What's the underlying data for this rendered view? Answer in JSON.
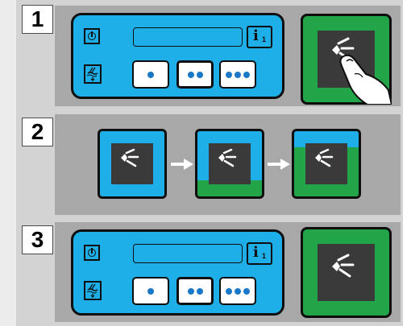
{
  "steps": [
    {
      "number": "1",
      "label": "step-1"
    },
    {
      "number": "2",
      "label": "step-2"
    },
    {
      "number": "3",
      "label": "step-3"
    }
  ],
  "control_panel": {
    "info_label": "i",
    "info_subscript": "1",
    "program_buttons": [
      "one-dot",
      "two-dot",
      "three-dot"
    ],
    "icons": [
      "power-icon",
      "rinse-icon",
      "info-icon"
    ]
  },
  "sensor": {
    "icon": "spray-icon",
    "finger_icon": "finger-icon"
  },
  "colors": {
    "panel_blue": "#1eaee8",
    "sensor_green": "#22a548",
    "sensor_dark": "#3a3a3a",
    "dot_blue": "#1a78c8",
    "background_gray": "#a8a8a8"
  },
  "sequence": {
    "frames": [
      {
        "name": "frame-1",
        "green_fraction": 0.0
      },
      {
        "name": "frame-2",
        "green_fraction": 0.25
      },
      {
        "name": "frame-3",
        "green_fraction": 0.75
      }
    ]
  }
}
